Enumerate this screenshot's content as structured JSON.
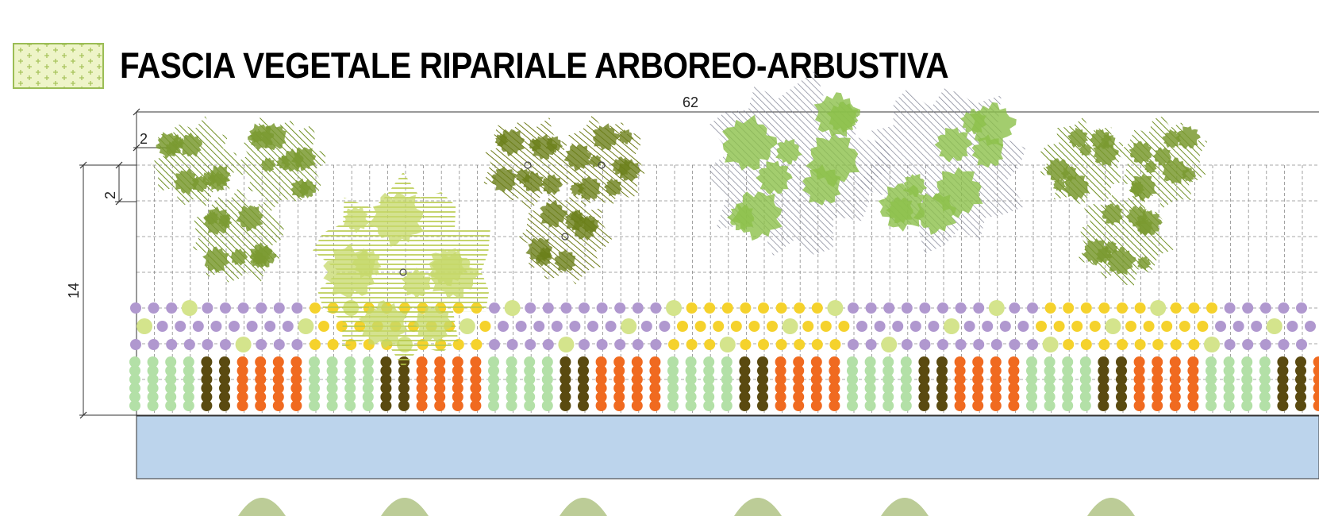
{
  "legend": {
    "title": "FASCIA VEGETALE RIPARIALE ARBOREO-ARBUSTIVA",
    "swatch_fill": "#eef4c8",
    "swatch_border": "#9bbd55",
    "swatch_pattern_color": "#a8c45c"
  },
  "dimensions": {
    "total_width": "62",
    "total_depth": "14",
    "grid_step_top": "2",
    "grid_step_side": "2"
  },
  "colors": {
    "water": "#bcd4ec",
    "tree_olive": "#7a9a30",
    "tree_dark_olive": "#6b7f1a",
    "tree_yellow_green": "#c6d86a",
    "tree_light_green": "#8cc04a",
    "shrub_purple": "#b098cf",
    "shrub_yellow": "#f5d22c",
    "shrub_pale_green": "#d4e48c",
    "hedge_light_green": "#b3e0a7",
    "hedge_dark_brown": "#5a4a10",
    "hedge_orange": "#f06a20",
    "grid_line": "#8a8a8a"
  },
  "icons": [
    "tree-canopy-icon",
    "shrub-dot-icon",
    "hedge-dot-icon",
    "planting-point-icon"
  ]
}
